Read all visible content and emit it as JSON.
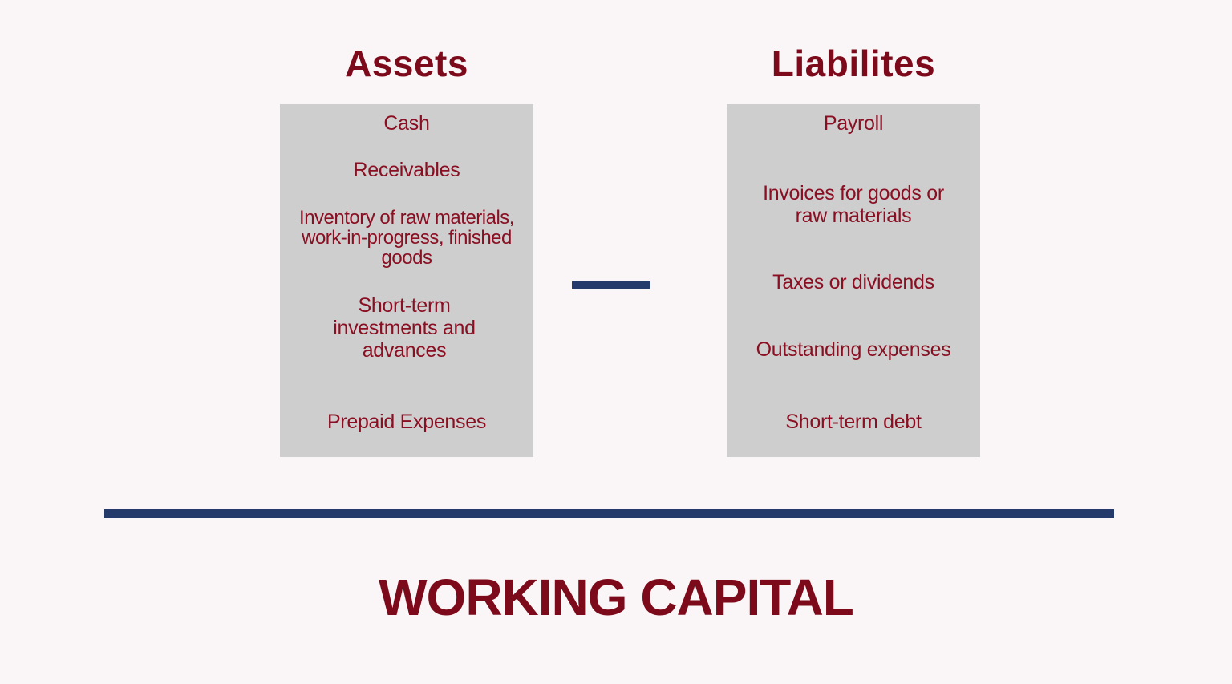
{
  "slide": {
    "assets": {
      "title": "Assets",
      "items": [
        "Cash",
        "Receivables",
        "Inventory of raw materials, work-in-progress, finished goods",
        "Short-term investments and advances",
        "Prepaid Expenses"
      ]
    },
    "liabilities": {
      "title": "Liabilites",
      "items": [
        "Payroll",
        "Invoices for goods or raw materials",
        "Taxes or dividends",
        "Outstanding expenses",
        "Short-term debt"
      ]
    },
    "operator": "minus",
    "result": "WORKING CAPITAL",
    "colors": {
      "background": "#faf6f7",
      "text_accent": "#7d0a1b",
      "box_fill": "#cecece",
      "line_navy": "#233a6b"
    }
  }
}
